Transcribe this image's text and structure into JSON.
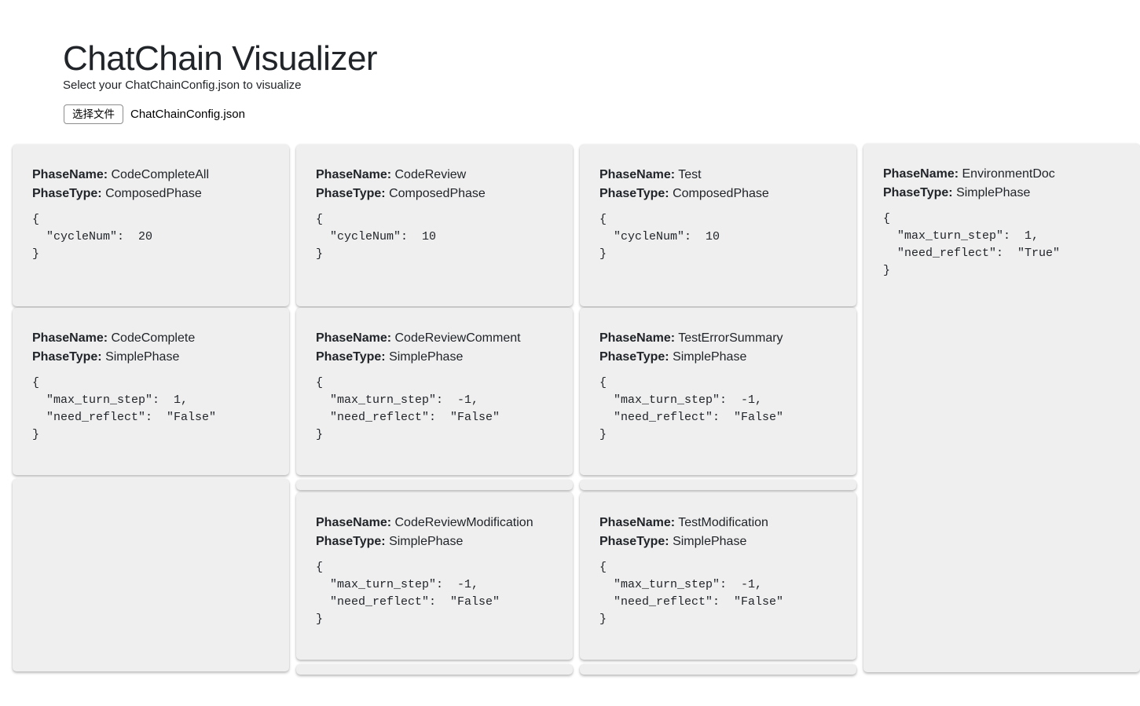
{
  "header": {
    "title": "ChatChain Visualizer",
    "subtitle": "Select your ChatChainConfig.json to visualize",
    "file_input": {
      "button_label": "选择文件",
      "filename": "ChatChainConfig.json"
    }
  },
  "labels": {
    "phase_name": "PhaseName:",
    "phase_type": "PhaseType:"
  },
  "colors": {
    "page_bg": "#ffffff",
    "card_bg": "#efefef",
    "text": "#212529"
  },
  "columns": [
    {
      "cards": [
        {
          "kind": "composed",
          "phase_name": "CodeCompleteAll",
          "phase_type": "ComposedPhase",
          "json": "{\n  \"cycleNum\":  20\n}"
        },
        {
          "kind": "simple",
          "phase_name": "CodeComplete",
          "phase_type": "SimplePhase",
          "json": "{\n  \"max_turn_step\":  1,\n  \"need_reflect\":  \"False\"\n}"
        },
        {
          "kind": "empty"
        }
      ]
    },
    {
      "cards": [
        {
          "kind": "composed",
          "phase_name": "CodeReview",
          "phase_type": "ComposedPhase",
          "json": "{\n  \"cycleNum\":  10\n}"
        },
        {
          "kind": "simple",
          "phase_name": "CodeReviewComment",
          "phase_type": "SimplePhase",
          "json": "{\n  \"max_turn_step\":  -1,\n  \"need_reflect\":  \"False\"\n}"
        },
        {
          "kind": "sliver"
        },
        {
          "kind": "simple",
          "phase_name": "CodeReviewModification",
          "phase_type": "SimplePhase",
          "json": "{\n  \"max_turn_step\":  -1,\n  \"need_reflect\":  \"False\"\n}"
        },
        {
          "kind": "sliver"
        }
      ]
    },
    {
      "cards": [
        {
          "kind": "composed",
          "phase_name": "Test",
          "phase_type": "ComposedPhase",
          "json": "{\n  \"cycleNum\":  10\n}"
        },
        {
          "kind": "simple",
          "phase_name": "TestErrorSummary",
          "phase_type": "SimplePhase",
          "json": "{\n  \"max_turn_step\":  -1,\n  \"need_reflect\":  \"False\"\n}"
        },
        {
          "kind": "sliver"
        },
        {
          "kind": "simple",
          "phase_name": "TestModification",
          "phase_type": "SimplePhase",
          "json": "{\n  \"max_turn_step\":  -1,\n  \"need_reflect\":  \"False\"\n}"
        },
        {
          "kind": "sliver"
        }
      ]
    },
    {
      "cards": [
        {
          "kind": "simple-tall",
          "phase_name": "EnvironmentDoc",
          "phase_type": "SimplePhase",
          "json": "{\n  \"max_turn_step\":  1,\n  \"need_reflect\":  \"True\"\n}"
        }
      ]
    }
  ]
}
